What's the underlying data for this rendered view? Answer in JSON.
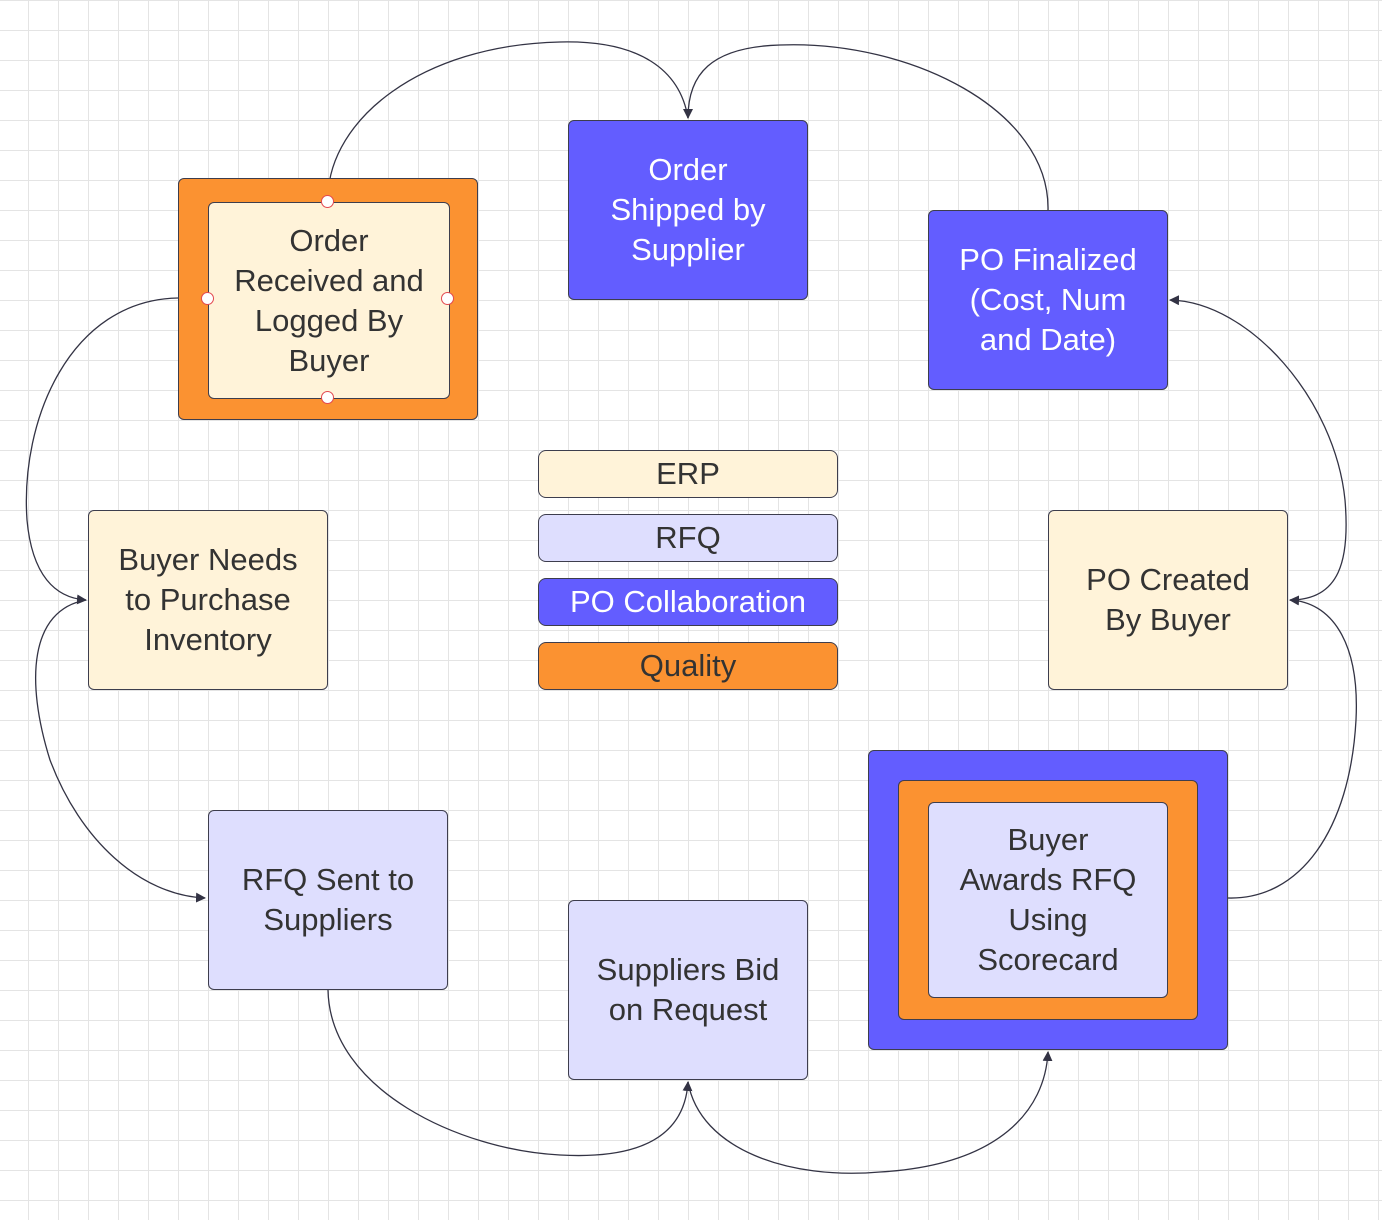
{
  "nodes": {
    "order_received": "Order\nReceived and\nLogged By\nBuyer",
    "order_shipped": "Order\nShipped by\nSupplier",
    "po_finalized": "PO Finalized\n(Cost, Num\nand Date)",
    "buyer_needs": "Buyer Needs\nto Purchase\nInventory",
    "po_created": "PO Created\nBy Buyer",
    "rfq_sent": "RFQ Sent to\nSuppliers",
    "suppliers_bid": "Suppliers Bid\non Request",
    "buyer_awards": "Buyer\nAwards RFQ\nUsing\nScorecard"
  },
  "legend": {
    "erp": "ERP",
    "rfq": "RFQ",
    "po_collaboration": "PO Collaboration",
    "quality": "Quality"
  },
  "colors": {
    "erp": "#fff3d9",
    "rfq": "#dedefe",
    "po_collaboration": "#635dff",
    "quality": "#fb9231"
  }
}
